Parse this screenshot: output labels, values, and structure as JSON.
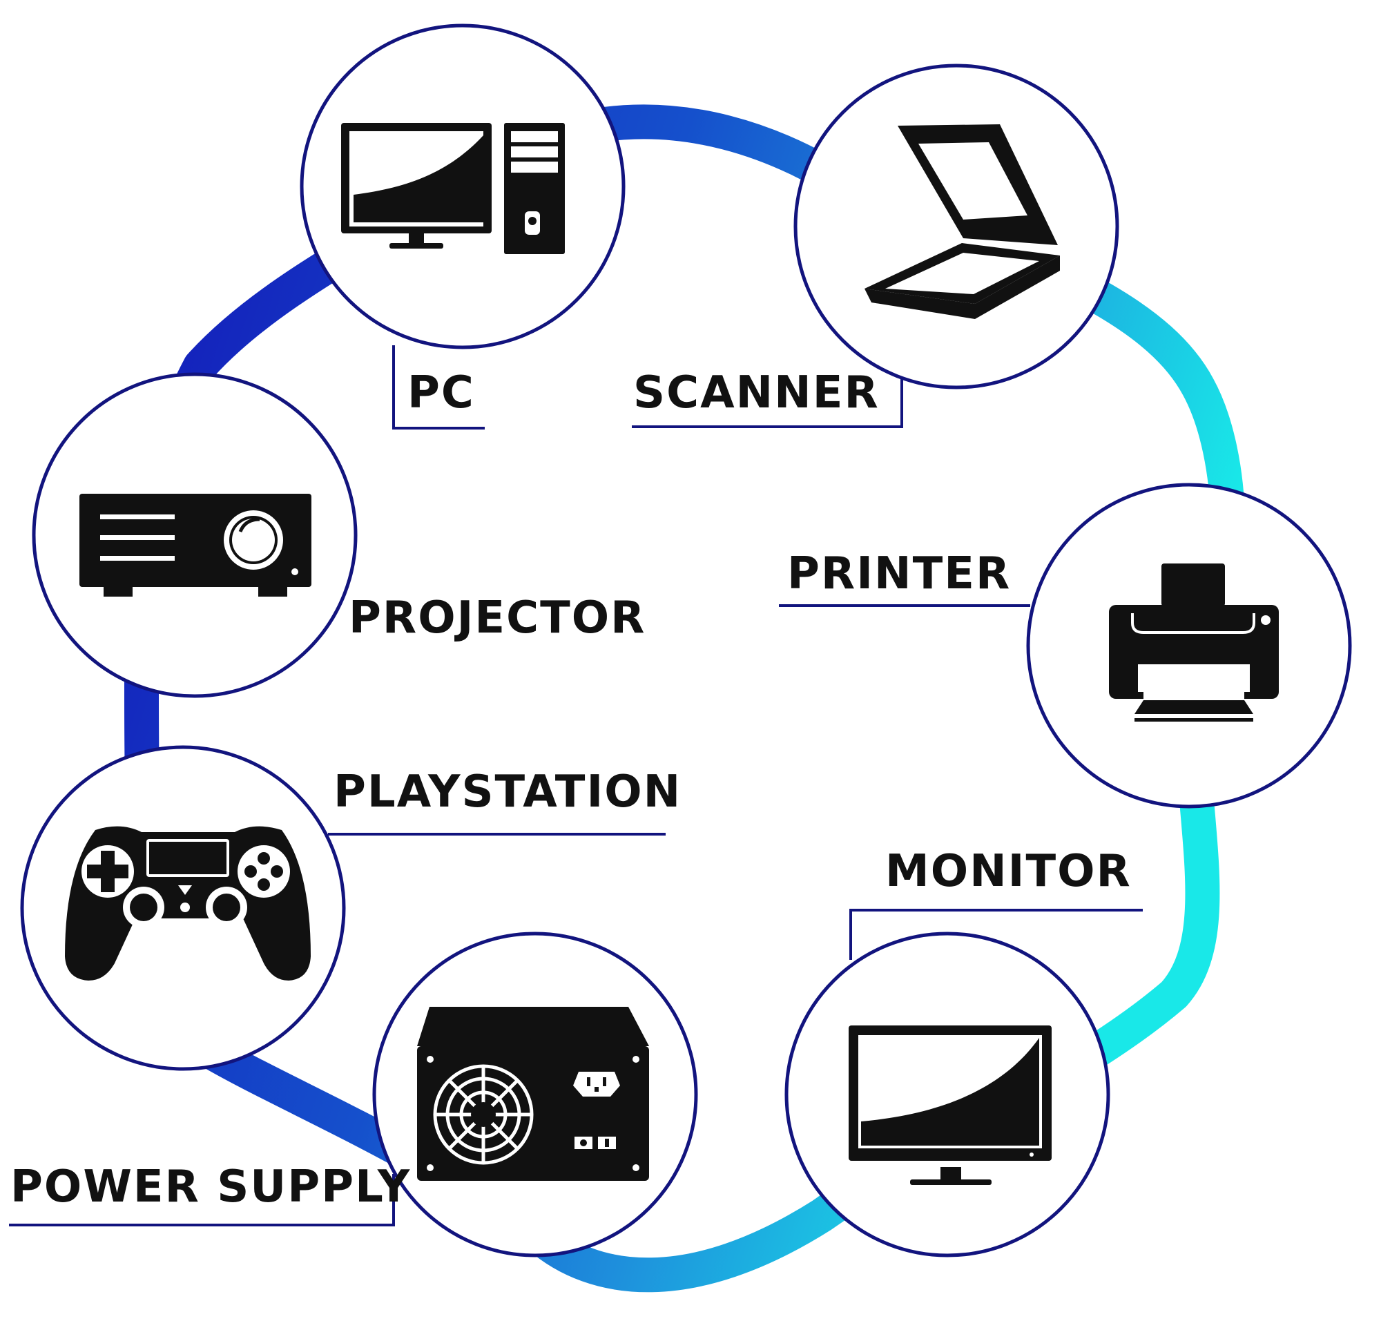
{
  "colors": {
    "ring_dark": "#1317b8",
    "ring_mid": "#1e7fd8",
    "ring_light": "#19e6e6",
    "circle_outline": "#12147e",
    "leader_line": "#12147e",
    "icon_fill": "#111111"
  },
  "nodes": [
    {
      "id": "pc",
      "label": "PC",
      "icon": "pc-icon"
    },
    {
      "id": "scanner",
      "label": "SCANNER",
      "icon": "scanner-icon"
    },
    {
      "id": "printer",
      "label": "PRINTER",
      "icon": "printer-icon"
    },
    {
      "id": "monitor",
      "label": "MONITOR",
      "icon": "monitor-icon"
    },
    {
      "id": "power_supply",
      "label": "POWER SUPPLY",
      "icon": "power-supply-icon"
    },
    {
      "id": "playstation",
      "label": "PLAYSTATION",
      "icon": "gamepad-icon"
    },
    {
      "id": "projector",
      "label": "PROJECTOR",
      "icon": "projector-icon"
    }
  ]
}
